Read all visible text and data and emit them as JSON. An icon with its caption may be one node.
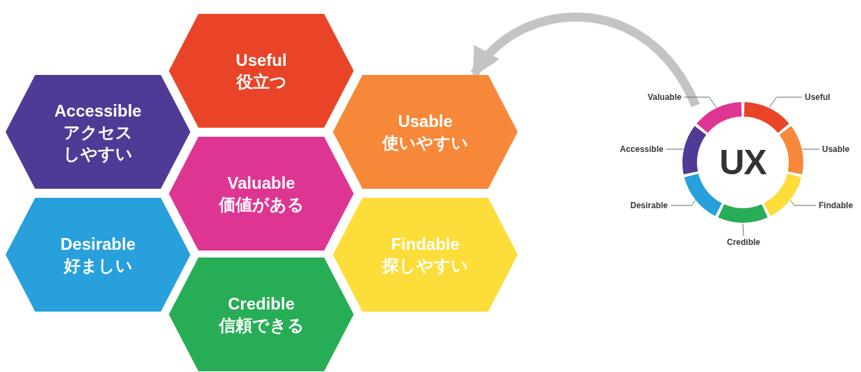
{
  "diagram": {
    "nodes": [
      {
        "text": [
          "Useful",
          "役立つ"
        ]
      },
      {
        "text": [
          "Accessible",
          "アクセスしやすい"
        ]
      },
      {
        "text": [
          "Usable",
          "使いやすい"
        ]
      },
      {
        "text": [
          "Valuable",
          "価値がある"
        ]
      },
      {
        "text": [
          "Desirable",
          "好ましい"
        ]
      },
      {
        "text": [
          "Findable",
          "探しやすい"
        ]
      },
      {
        "text": [
          "Credible",
          "信頼できる"
        ]
      },
      {
        "text": [
          "UX"
        ]
      },
      {
        "text": [],
        "shape": "arc",
        "in": 7
      },
      {
        "text": [],
        "shape": "arc",
        "in": 7
      },
      {
        "text": [],
        "shape": "arc",
        "in": 7
      },
      {
        "text": [],
        "shape": "arc",
        "in": 7
      },
      {
        "text": [],
        "shape": "arc",
        "in": 7
      },
      {
        "text": [],
        "shape": "arc",
        "in": 7
      },
      {
        "text": [],
        "shape": "arc",
        "in": 7
      },
      {
        "text": [
          "Valuable"
        ]
      },
      {
        "text": [
          "Useful"
        ]
      },
      {
        "text": [
          "Accessible"
        ]
      },
      {
        "text": [
          "Usable"
        ]
      },
      {
        "text": [
          "Desirable"
        ]
      },
      {
        "text": [
          "Findable"
        ]
      },
      {
        "text": [
          "Credible"
        ]
      }
    ],
    "edges": [
      {
        "from": 7,
        "to": 2,
        "arrow": "to",
        "style": "thick",
        "color": "#c4c4c4"
      },
      {
        "from": 15,
        "to": 14,
        "arrow": "none"
      },
      {
        "from": 16,
        "to": 8,
        "arrow": "none"
      },
      {
        "from": 17,
        "to": 13,
        "arrow": "none"
      },
      {
        "from": 18,
        "to": 9,
        "arrow": "none"
      },
      {
        "from": 19,
        "to": 12,
        "arrow": "none"
      },
      {
        "from": 20,
        "to": 10,
        "arrow": "none"
      },
      {
        "from": 21,
        "to": 11,
        "arrow": "none"
      }
    ]
  }
}
